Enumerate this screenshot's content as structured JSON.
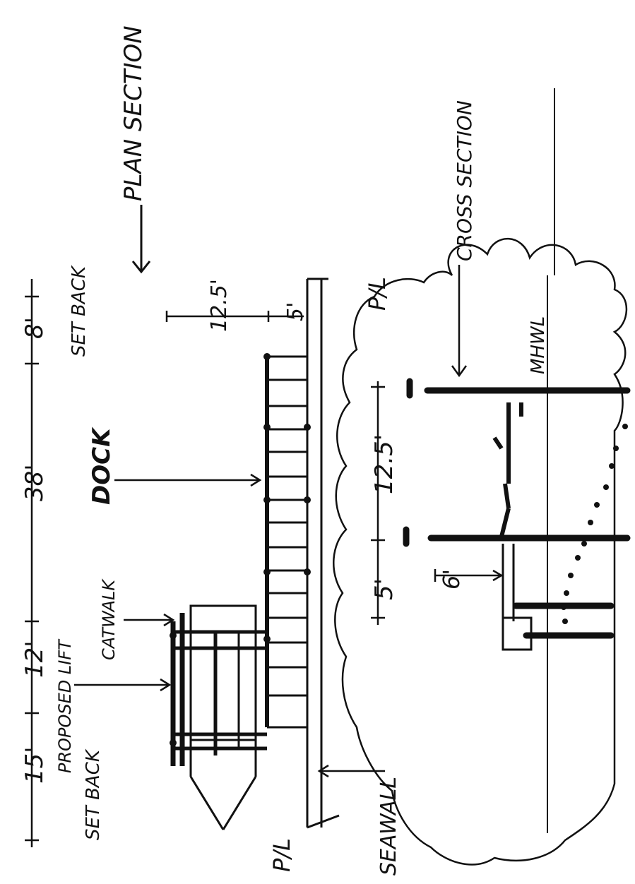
{
  "labels": {
    "plan_section": "PLAN SECTION",
    "cross_section": "CROSS SECTION",
    "dock": "DOCK",
    "catwalk": "CATWALK",
    "proposed_lift": "PROPOSED LIFT",
    "seawall": "SEAWALL",
    "set_back_left": "SET BACK",
    "set_back_right": "SET BACK",
    "pl_left": "P/L",
    "pl_right": "P/L",
    "mhwl": "MHWL"
  },
  "dimensions": {
    "left_setback": "15'",
    "lift_width": "12'",
    "dock_length": "38'",
    "right_setback": "8'",
    "plan_width": "12.5'",
    "plan_offset": "5'",
    "cross_offset": "5'",
    "cross_width": "12.5'",
    "catwalk_height": "6'"
  },
  "colors": {
    "ink": "#111111",
    "paper": "#ffffff"
  }
}
